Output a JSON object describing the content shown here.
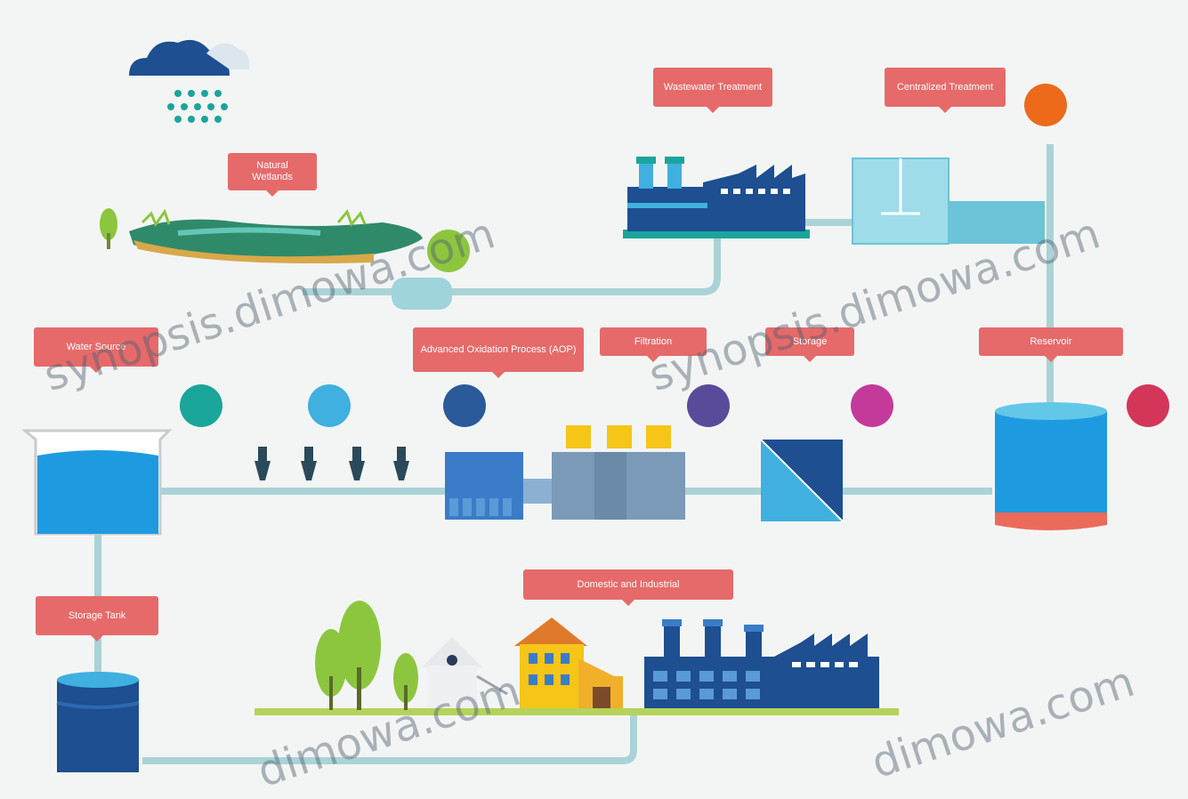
{
  "labels": {
    "rain": "",
    "natural_wetlands": "Natural Wetlands",
    "wastewater_treatment": "Wastewater Treatment",
    "centralized_treatment": "Centralized Treatment",
    "water_source": "Water Source",
    "advanced_oxidation": "Advanced Oxidation Process (AOP)",
    "filtration": "Filtration",
    "storage": "Storage",
    "reservoir": "Reservoir",
    "storage_tank": "Storage Tank",
    "domestic_industrial": "Domestic and Industrial"
  },
  "badges": {
    "b1": "",
    "b2": "",
    "b3": "",
    "b4": "",
    "b5": "",
    "b6": "",
    "b7": ""
  },
  "small_text": {
    "chemicals": "",
    "sludge": ""
  },
  "watermarks": {
    "w1": "synopsis.dimowa.com",
    "w2": "synopsis.dimowa.com",
    "w3": "dimowa.com",
    "w4": "dimowa.com"
  },
  "colors": {
    "label_bg": "#e66a6a",
    "pipe": "#a9d3d6",
    "water_blue": "#1e9be0",
    "dark_blue": "#1d4f91",
    "teal": "#1aa59b",
    "light_blue": "#3fb0e0",
    "navy": "#2a5a9a",
    "purple": "#5a4a9a",
    "magenta": "#c43a9a",
    "crimson": "#d4365a",
    "orange": "#ec6a1a",
    "green": "#8cc63f"
  }
}
